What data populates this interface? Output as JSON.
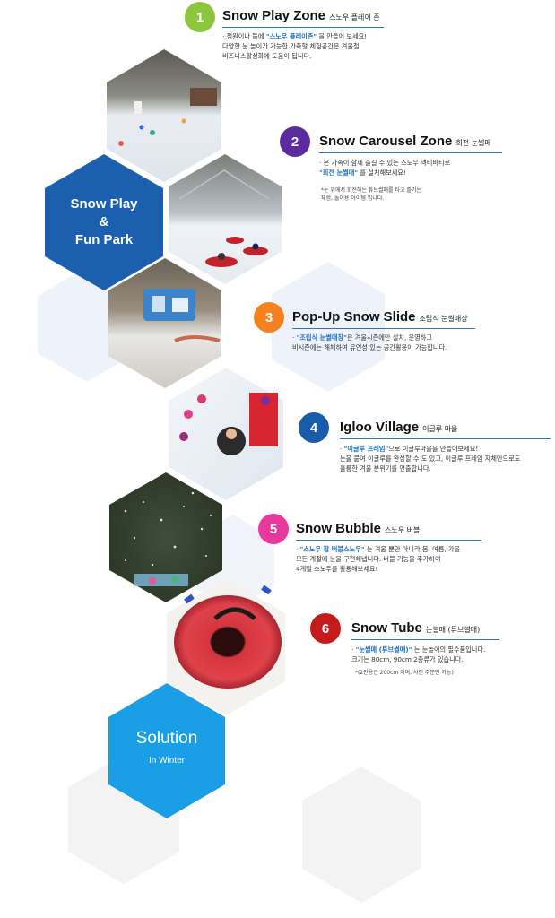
{
  "colors": {
    "zone1": "#8cc63f",
    "zone2": "#5b2ca0",
    "zone3": "#f5821f",
    "zone4": "#1a5ca8",
    "zone5": "#e6399b",
    "zone6": "#c41a1a",
    "accent_blue": "#1a6fc4",
    "hex_dark_blue": "#1c5fae",
    "hex_light_blue": "#1a9ee6",
    "hex_pale": "#eef3fb",
    "hex_grey": "#f2f2f2"
  },
  "intro_hex": {
    "line1": "Snow Play",
    "line2": "&",
    "line3": "Fun Park"
  },
  "solution_hex": {
    "title": "Solution",
    "subtitle": "In Winter"
  },
  "zones": [
    {
      "num": "1",
      "title": "Snow Play Zone",
      "subtitle": "스노우 플레이 존",
      "lines": [
        {
          "pre": "· 정원이나 뜰에 ",
          "hl": "\"스노우 플레이존\"",
          "post": " 을 만들어 보세요!"
        },
        {
          "pre": "  다양한 눈  놀이가 가능한 가족형 체험공간은 겨울철",
          "hl": "",
          "post": ""
        },
        {
          "pre": "  비즈니스활성화에 도움이 됩니다.",
          "hl": "",
          "post": ""
        }
      ],
      "note": ""
    },
    {
      "num": "2",
      "title": "Snow Carousel Zone",
      "subtitle": "회전 눈썰매",
      "lines": [
        {
          "pre": "· 온 가족이 함께 즐길 수 있는 스노우 액티비티로",
          "hl": "",
          "post": ""
        },
        {
          "pre": "  ",
          "hl": "\"회전 눈썰매\"",
          "post": " 를 설치해보세요!"
        }
      ],
      "note_lines": [
        "*눈 위에서  회전하는 튜브썰매를 타고 즐기는",
        " 체험, 놀이용 아이템 입니다."
      ]
    },
    {
      "num": "3",
      "title": "Pop-Up Snow Slide",
      "subtitle": "조립식 눈썰매장",
      "lines": [
        {
          "pre": "· ",
          "hl": "\"조립식 눈썰매장\"",
          "post": "은 겨울시즌에만 설치, 운영하고"
        },
        {
          "pre": "  비시즌에는 해체하여 유연성 있는 공간활용이 가능합니다.",
          "hl": "",
          "post": ""
        }
      ],
      "note": ""
    },
    {
      "num": "4",
      "title": "Igloo Village",
      "subtitle": "이글루 마을",
      "lines": [
        {
          "pre": "· ",
          "hl": "\"이글루 프레임\"",
          "post": "으로 이글루마을을 만들어보세요!"
        },
        {
          "pre": "  눈을 붙여 이글루를 완성할 수 도 있고, 이글루 프레임 자체만으로도",
          "hl": "",
          "post": ""
        },
        {
          "pre": "  훌륭한 겨울 분위기를 연출합니다.",
          "hl": "",
          "post": ""
        }
      ],
      "note": ""
    },
    {
      "num": "5",
      "title": "Snow Bubble",
      "subtitle": "스노우 버블",
      "lines": [
        {
          "pre": "· ",
          "hl": "\"스노우 팝 버블스노우\"",
          "post": " 는 겨울 뿐만 아니라 봄, 여름, 가을"
        },
        {
          "pre": "  모든 계절에 눈을 구현해냅니다.  버블 기능을 추가하여",
          "hl": "",
          "post": ""
        },
        {
          "pre": "  4계절 스노우를 활용해보세요!",
          "hl": "",
          "post": ""
        }
      ],
      "note": ""
    },
    {
      "num": "6",
      "title": "Snow Tube",
      "subtitle": "눈썰매 (튜브썰매)",
      "lines": [
        {
          "pre": "· ",
          "hl": "\"눈썰매 (튜브썰매)\"",
          "post": "  는 눈놀이의 필수품입니다."
        },
        {
          "pre": "  크기는 80cm, 90cm 2종류가 있습니다.",
          "hl": "",
          "post": ""
        }
      ],
      "note_lines": [
        "*(2인용은 200cm 이며, 사전 주문만 가능)"
      ]
    }
  ]
}
